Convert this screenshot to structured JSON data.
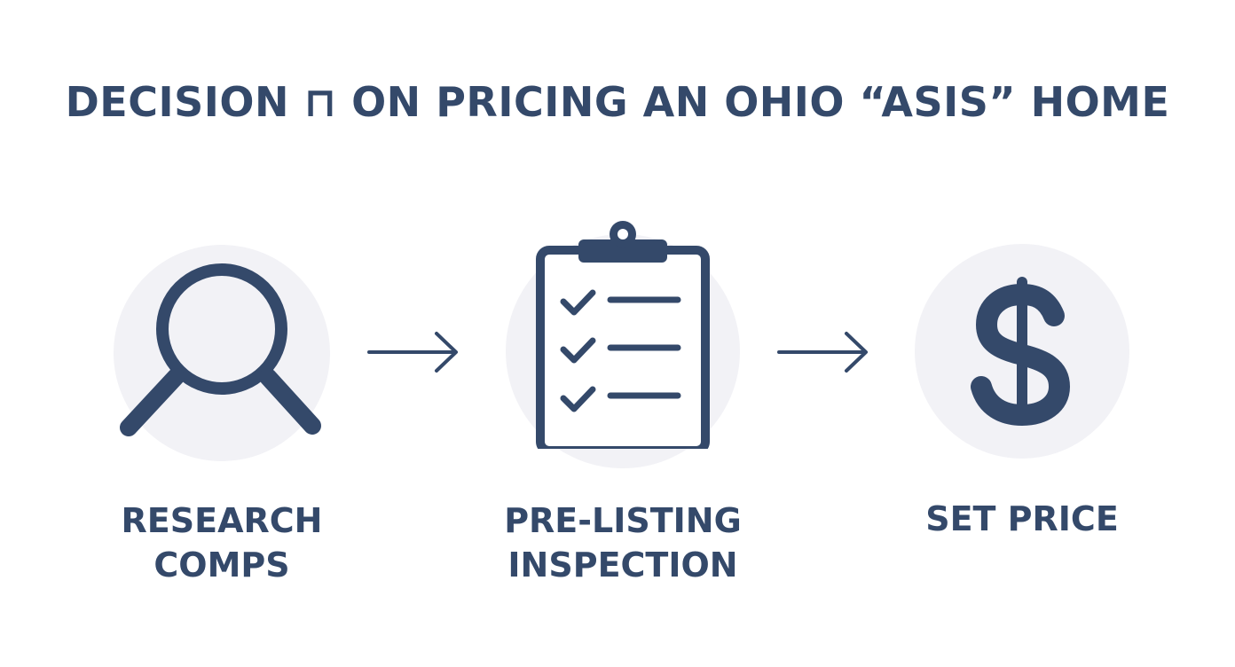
{
  "title": "DECISION ⊓ ON PRICING AN OHIO “ASIS” HOME",
  "steps": [
    {
      "label": "RESEARCH\nCOMPS",
      "icon": "magnifying-glass-icon"
    },
    {
      "label": "PRE-LISTING\nINSPECTION",
      "icon": "clipboard-checklist-icon"
    },
    {
      "label": "SET PRICE",
      "icon": "dollar-sign-icon"
    }
  ],
  "colors": {
    "primary": "#34496a",
    "circle_bg": "#f2f2f6",
    "background": "#ffffff"
  }
}
